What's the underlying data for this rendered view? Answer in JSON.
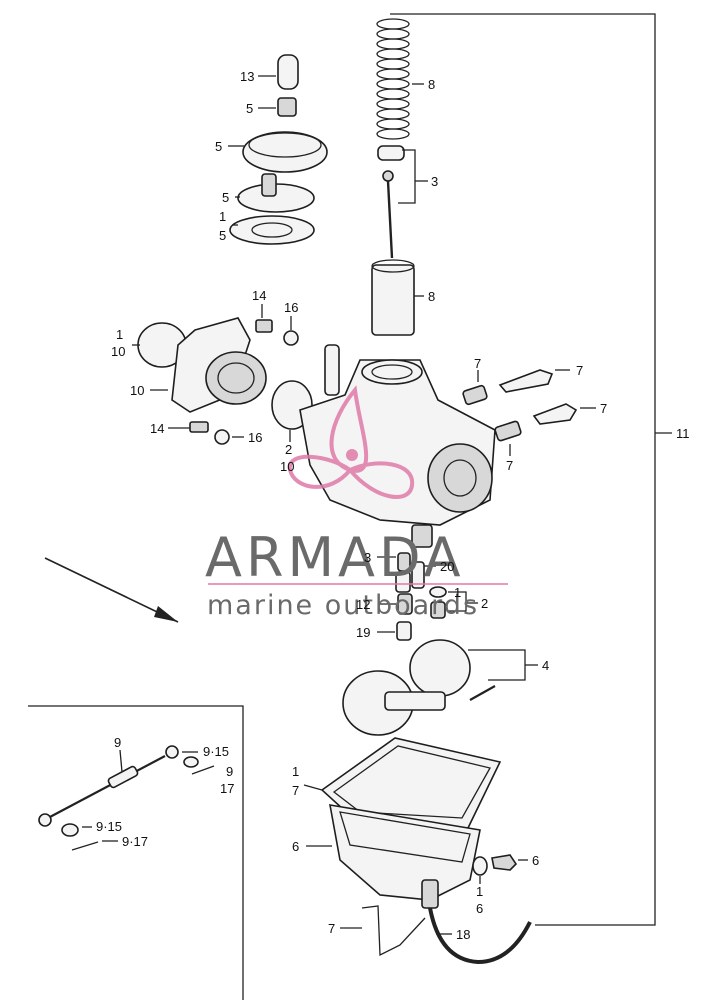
{
  "watermark": {
    "brand": "ARMADA",
    "tagline": "marine outboards",
    "colors": {
      "text": "#6a6a6a",
      "logo": "#e07aa8"
    }
  },
  "callouts": {
    "c13": "13",
    "c5a": "5",
    "c5b": "5",
    "c5c": "5",
    "c1a": "1",
    "c5d": "5",
    "c8a": "8",
    "c3a": "3",
    "c8b": "8",
    "c14a": "14",
    "c16a": "16",
    "c1b": "1",
    "c10a": "10",
    "c10b": "10",
    "c14b": "14",
    "c16b": "16",
    "c2a": "2",
    "c10c": "10",
    "c7a": "7",
    "c7b": "7",
    "c7c": "7",
    "c7d": "7",
    "c11": "11",
    "c3b": "3",
    "c20": "20",
    "c12": "12",
    "c1c": "1",
    "c2b": "2",
    "c19": "19",
    "c4": "4",
    "c9a": "9",
    "c9_15a": "9·15",
    "c9b": "9",
    "c17a": "17",
    "c9_15b": "9·15",
    "c9_17": "9·17",
    "c1d": "1",
    "c7e": "7",
    "c6a": "6",
    "c6b": "6",
    "c1e": "1",
    "c6c": "6",
    "c7f": "7",
    "c18": "18"
  }
}
